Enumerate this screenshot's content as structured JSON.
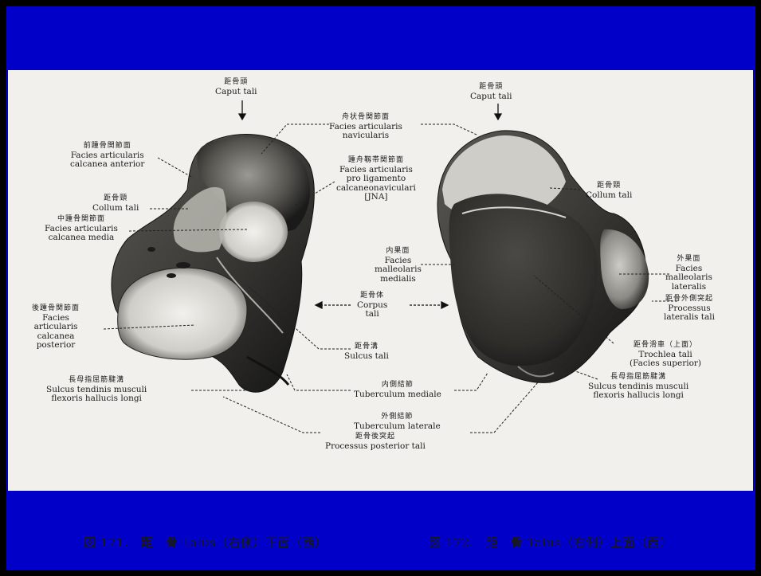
{
  "labels": {
    "caput_left": {
      "jp": "距骨頭",
      "la": "Caput tali"
    },
    "caput_right": {
      "jp": "距骨頭",
      "la": "Caput tali"
    },
    "navicularis": {
      "jp": "舟状骨関節面",
      "la1": "Facies articularis",
      "la2": "navicularis"
    },
    "ant": {
      "jp": "前踵骨関節面",
      "la1": "Facies articularis",
      "la2": "calcanea anterior"
    },
    "lig": {
      "jp": "踵舟靱帯関節面",
      "la1": "Facies articularis",
      "la2": "pro ligamento",
      "la3": "calcaneonaviculari",
      "la4": "[JNA]"
    },
    "collum_left": {
      "jp": "距骨頸",
      "la": "Collum tali"
    },
    "collum_right": {
      "jp": "距骨頸",
      "la": "Collum tali"
    },
    "media": {
      "jp": "中踵骨関節面",
      "la1": "Facies articularis",
      "la2": "calcanea media"
    },
    "medialis": {
      "jp": "内果面",
      "la1": "Facies",
      "la2": "malleolaris",
      "la3": "medialis"
    },
    "lateralis": {
      "jp": "外果面",
      "la1": "Facies",
      "la2": "malleolaris",
      "la3": "lateralis"
    },
    "corpus": {
      "jp": "距骨体",
      "la1": "Corpus",
      "la2": "tali"
    },
    "proc_lat": {
      "jp": "距骨外側突起",
      "la1": "Processus",
      "la2": "lateralis tali"
    },
    "posterior": {
      "jp": "後踵骨関節面",
      "la1": "Facies",
      "la2": "articularis",
      "la3": "calcanea",
      "la4": "posterior"
    },
    "sulcus": {
      "jp": "距骨溝",
      "la": "Sulcus tali"
    },
    "trochlea": {
      "jp": "距骨滑車（上面）",
      "la1": "Trochlea tali",
      "la2": "(Facies superior)"
    },
    "fhl_left": {
      "jp": "長母指屈筋腱溝",
      "la1": "Sulcus tendinis musculi",
      "la2": "flexoris hallucis longi"
    },
    "fhl_right": {
      "jp": "長母指屈筋腱溝",
      "la1": "Sulcus tendinis musculi",
      "la2": "flexoris hallucis longi"
    },
    "tub_med": {
      "jp": "内側結節",
      "la": "Tuberculum mediale"
    },
    "tub_lat": {
      "jp": "外側結節",
      "la": "Tuberculum laterale"
    },
    "proc_post": {
      "jp": "距骨後突起",
      "la": "Processus posterior tali"
    }
  },
  "captions": {
    "fig171": "図 171.　距　骨 Talus（右側）下面（西）",
    "fig172": "図 172.　距　骨 Talus（右側）上面（西）"
  },
  "colors": {
    "slide_blue": "#0000c8",
    "plate": "#f1f0ec",
    "bone_dark": "#2a2a2a",
    "bone_light": "#d9d8d3"
  }
}
